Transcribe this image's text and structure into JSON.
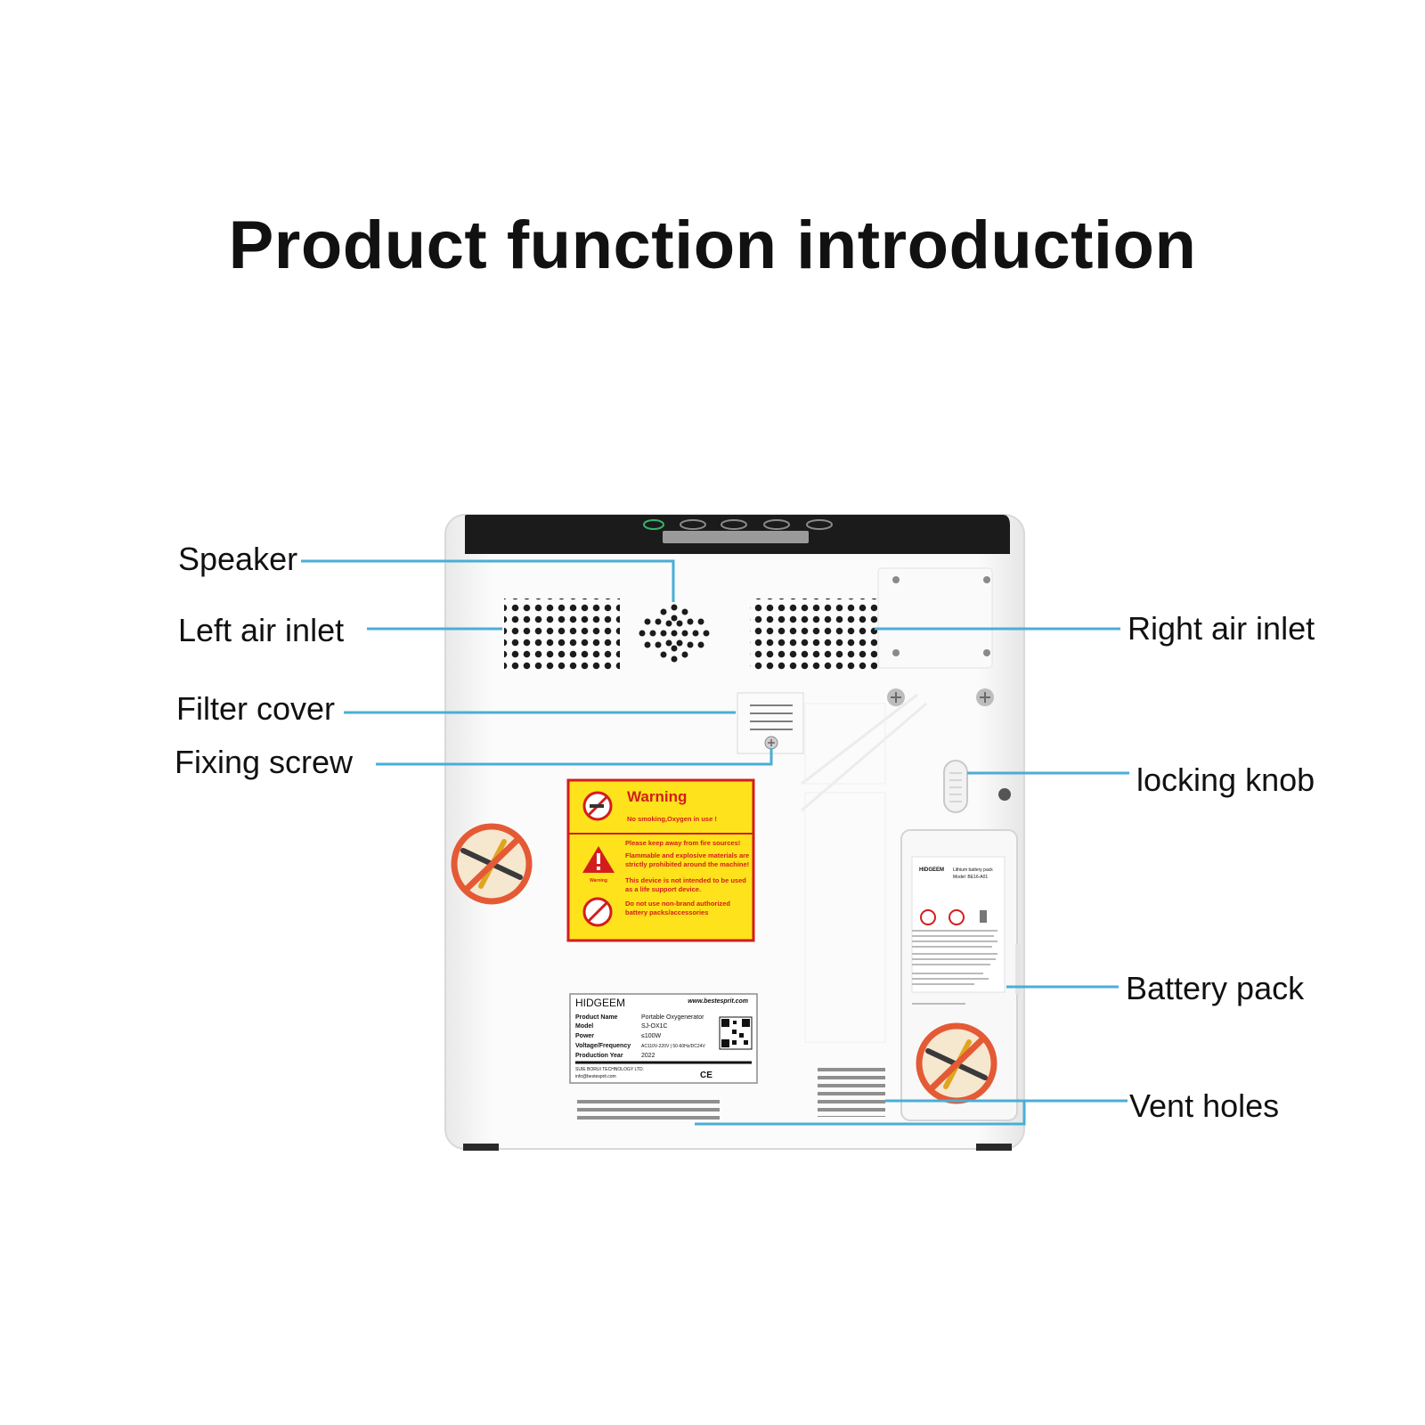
{
  "title": "Product function introduction",
  "callouts": {
    "speaker": "Speaker",
    "left_air_inlet": "Left air inlet",
    "filter_cover": "Filter cover",
    "fixing_screw": "Fixing screw",
    "right_air_inlet": "Right air inlet",
    "locking_knob": "locking knob",
    "battery_pack": "Battery pack",
    "vent_holes": "Vent holes"
  },
  "warning_label": {
    "heading": "Warning",
    "line1": "No smoking,Oxygen in use !",
    "line2": "Please keep away from fire sources!",
    "line3": "Flammable and explosive materials are strictly prohibited around the machine!",
    "line4": "This device is not intended to be used as a life support device.",
    "line5": "Do not use non-brand authorized battery packs/accessories",
    "icon_caption": "Warning"
  },
  "nameplate": {
    "brand": "HIDGEEM",
    "website": "www.bestesprit.com",
    "rows": [
      {
        "key": "Product Name",
        "value": "Portable Oxygenerator"
      },
      {
        "key": "Model",
        "value": "SJ-OX1C"
      },
      {
        "key": "Power",
        "value": "≤100W"
      },
      {
        "key": "Voltage/Frequency",
        "value": "AC110V-220V | 50-60Hz/DC24V"
      },
      {
        "key": "Production Year",
        "value": "2022"
      }
    ],
    "maker": "SUIE BORUI TECHNOLOGY LTD.",
    "email": "info@bestesprit.com"
  },
  "battery_label": {
    "brand": "HIDGEEM",
    "title": "Lithium battery pack",
    "model": "Model: BE16-A01"
  },
  "colors": {
    "leader_line": "#4aaed6",
    "warning_bg": "#fde21c",
    "warning_border": "#d31d1d",
    "device_body": "#f6f6f6",
    "top_panel": "#1b1b1b"
  },
  "icons": [
    "no-tools-icon",
    "no-smoking-icon",
    "warning-triangle-icon",
    "no-fire-icon",
    "qr-code-icon",
    "ce-mark-icon"
  ]
}
